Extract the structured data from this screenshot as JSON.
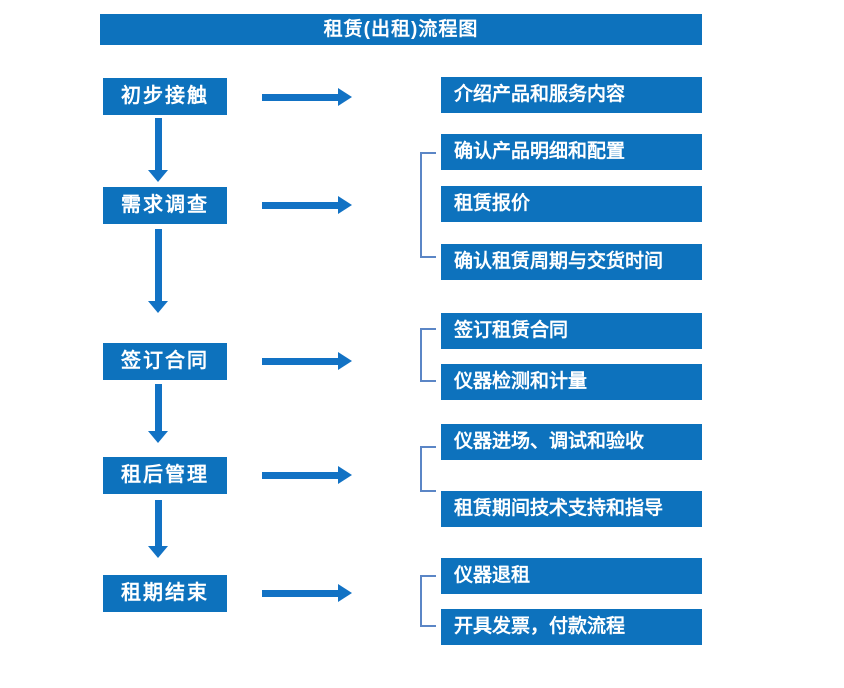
{
  "title": "租赁(出租)流程图",
  "colors": {
    "box_blue": "#0d72bd",
    "arrow_blue": "#1272c4",
    "bracket_blue": "#5b86c6"
  },
  "steps": [
    {
      "label": "初步接触",
      "outputs": [
        "介绍产品和服务内容"
      ]
    },
    {
      "label": "需求调查",
      "outputs": [
        "确认产品明细和配置",
        "租赁报价",
        "确认租赁周期与交货时间"
      ]
    },
    {
      "label": "签订合同",
      "outputs": [
        "签订租赁合同",
        "仪器检测和计量"
      ]
    },
    {
      "label": "租后管理",
      "outputs": [
        "仪器进场、调试和验收",
        "租赁期间技术支持和指导"
      ]
    },
    {
      "label": "租期结束",
      "outputs": [
        "仪器退租",
        "开具发票，付款流程"
      ]
    }
  ]
}
